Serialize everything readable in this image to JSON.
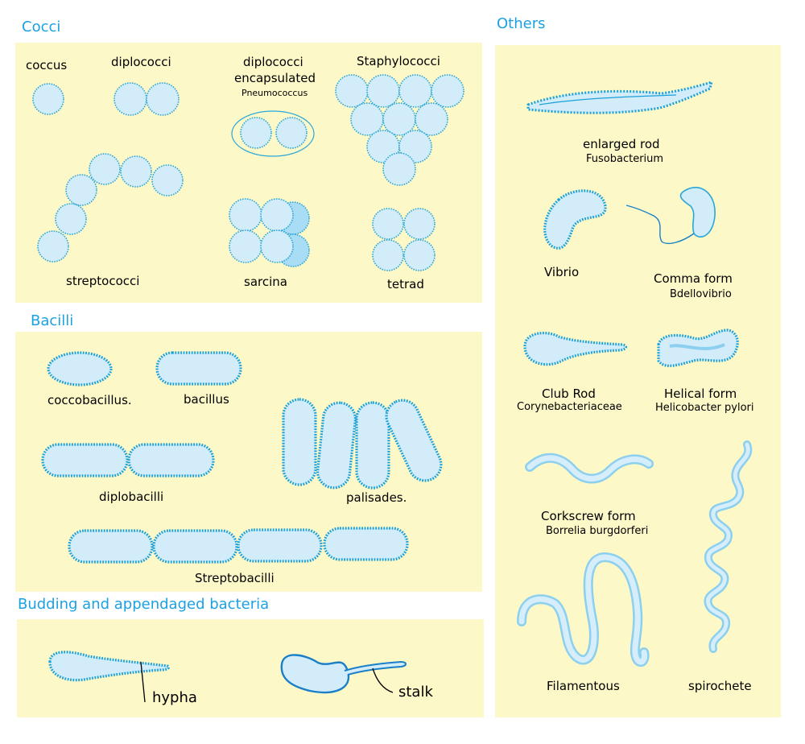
{
  "sections": {
    "cocci": "Cocci",
    "others": "Others",
    "bacilli": "Bacilli",
    "budding": "Budding and appendaged bacteria"
  },
  "cocci": {
    "coccus": "coccus",
    "diplococci": "diplococci",
    "encapsulated_1": "diplococci",
    "encapsulated_2": "encapsulated",
    "pneumococcus": "Pneumococcus",
    "staphylococci": "Staphylococci",
    "streptococci": "streptococci",
    "sarcina": "sarcina",
    "tetrad": "tetrad"
  },
  "bacilli": {
    "coccobacillus": "coccobacillus.",
    "bacillus": "bacillus",
    "diplobacilli": "diplobacilli",
    "palisades": "palisades.",
    "streptobacilli": "Streptobacilli"
  },
  "budding": {
    "hypha": "hypha",
    "stalk": "stalk"
  },
  "others": {
    "enlarged_rod": "enlarged rod",
    "fusobacterium": "Fusobacterium",
    "vibrio": "Vibrio",
    "comma_form": "Comma form",
    "bdellovibrio": "Bdellovibrio",
    "club_rod": "Club Rod",
    "corynebacteriaceae": "Corynebacteriaceae",
    "helical_form": "Helical form",
    "helicobacter": "Helicobacter pylori",
    "corkscrew_form": "Corkscrew form",
    "borrelia": "Borrelia burgdorferi",
    "filamentous": "Filamentous",
    "spirochete": "spirochete"
  },
  "colors": {
    "panel": "#fdf8c8",
    "heading": "#1ba1e2",
    "cell_fill": "#d2ecfa",
    "cell_outline": "#2aa7d8"
  }
}
